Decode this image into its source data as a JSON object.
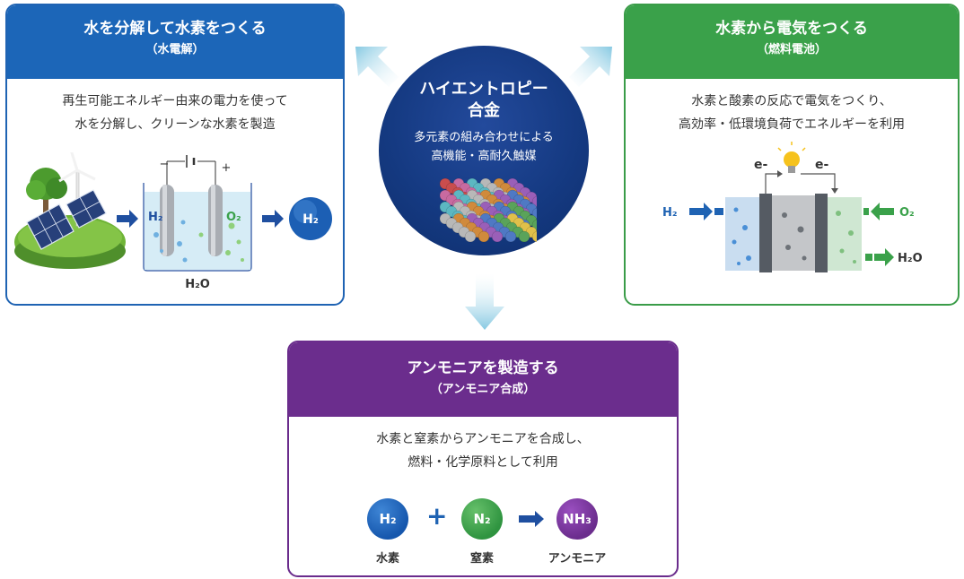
{
  "center": {
    "title_line1": "ハイエントロピー",
    "title_line2": "合金",
    "subtitle_line1": "多元素の組み合わせによる",
    "subtitle_line2": "高機能・高耐久触媒"
  },
  "electrolysis": {
    "title": "水を分解して水素をつくる",
    "subtitle": "（水電解）",
    "desc_line1": "再生可能エネルギー由来の電力を使って",
    "desc_line2": "水を分解し、クリーンな水素を製造",
    "left_gas": "H₂",
    "right_gas": "O₂",
    "water": "H₂O",
    "product": "H₂",
    "minus": "−",
    "plus": "+"
  },
  "fuel_cell": {
    "title": "水素から電気をつくる",
    "subtitle": "（燃料電池）",
    "desc_line1": "水素と酸素の反応で電気をつくり、",
    "desc_line2": "高効率・低環境負荷でエネルギーを利用",
    "input_h2": "H₂",
    "input_o2": "O₂",
    "output_water": "H₂O",
    "electron_left": "e-",
    "electron_right": "e-"
  },
  "ammonia": {
    "title": "アンモニアを製造する",
    "subtitle": "（アンモニア合成）",
    "desc_line1": "水素と窒素からアンモニアを合成し、",
    "desc_line2": "燃料・化学原料として利用",
    "plus_sign": "+",
    "h2": "H₂",
    "n2": "N₂",
    "nh3": "NH₃",
    "h2_label": "水素",
    "n2_label": "窒素",
    "nh3_label": "アンモニア"
  },
  "colors": {
    "electrolysis": "#1c66b8",
    "fuel_cell": "#3aa14a",
    "ammonia": "#6b2d8d",
    "center": "#153a82",
    "arrow": "#9ad3e8"
  },
  "icons": [
    "solar-panel-icon",
    "wind-turbine-icon",
    "light-bulb-icon",
    "alloy-cube-icon"
  ]
}
